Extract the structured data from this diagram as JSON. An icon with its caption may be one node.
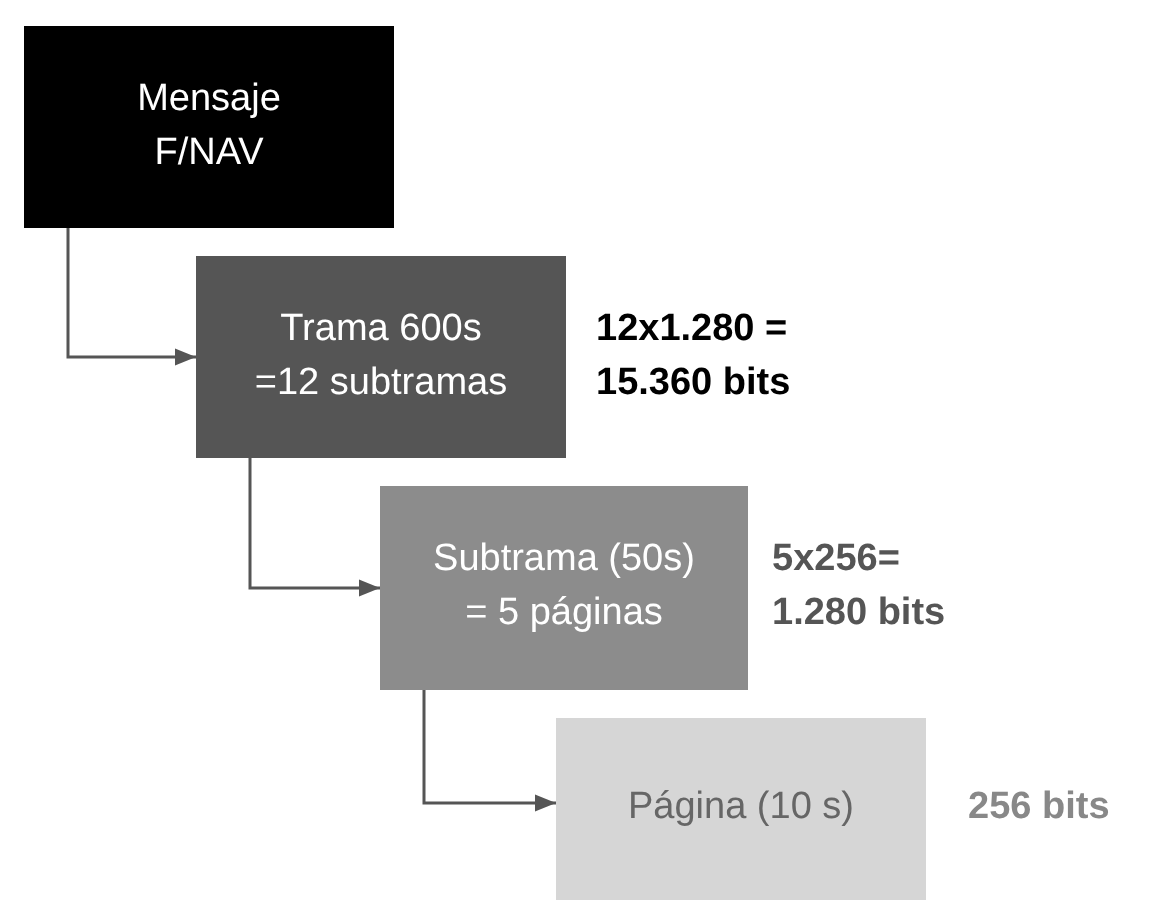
{
  "diagram": {
    "nodes": [
      {
        "text": [
          "Mensaje F/NAV"
        ]
      },
      {
        "text": [
          "Trama 600s =12 subtramas"
        ],
        "beside": [
          "12x1.280 =",
          "15.360 bits"
        ]
      },
      {
        "text": [
          "Subtrama (50s) = 5 páginas"
        ],
        "beside": [
          "5x256=",
          "1.280 bits"
        ]
      },
      {
        "text": [
          "Página (10 s)"
        ],
        "beside": [
          "256 bits"
        ]
      }
    ],
    "edges": [
      {
        "from": 0,
        "to": 1,
        "arrow": "to"
      },
      {
        "from": 1,
        "to": 2,
        "arrow": "to"
      },
      {
        "from": 2,
        "to": 3,
        "arrow": "to"
      }
    ]
  }
}
